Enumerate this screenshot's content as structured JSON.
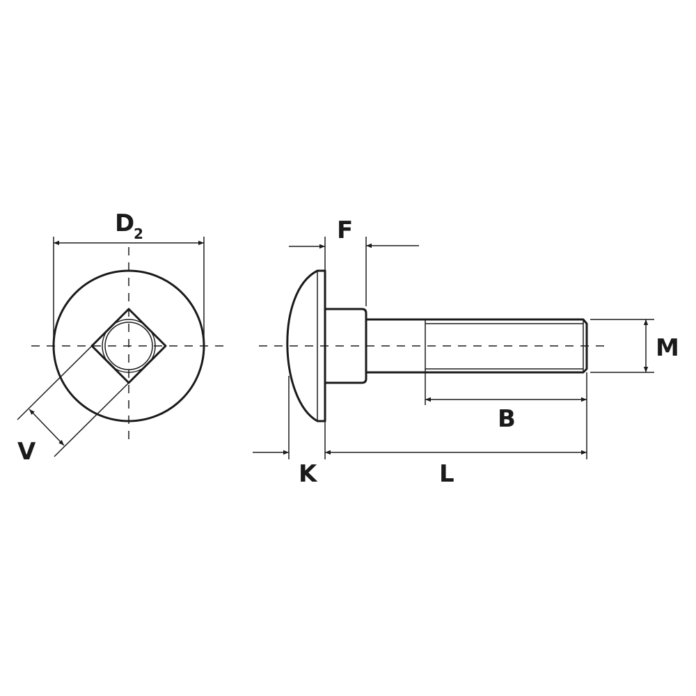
{
  "labels": {
    "d2": "D",
    "d2_sub": "2",
    "f": "F",
    "m": "M",
    "b": "B",
    "k": "K",
    "l": "L",
    "v": "V"
  },
  "colors": {
    "line": "#1a1a1a",
    "background": "#ffffff"
  }
}
